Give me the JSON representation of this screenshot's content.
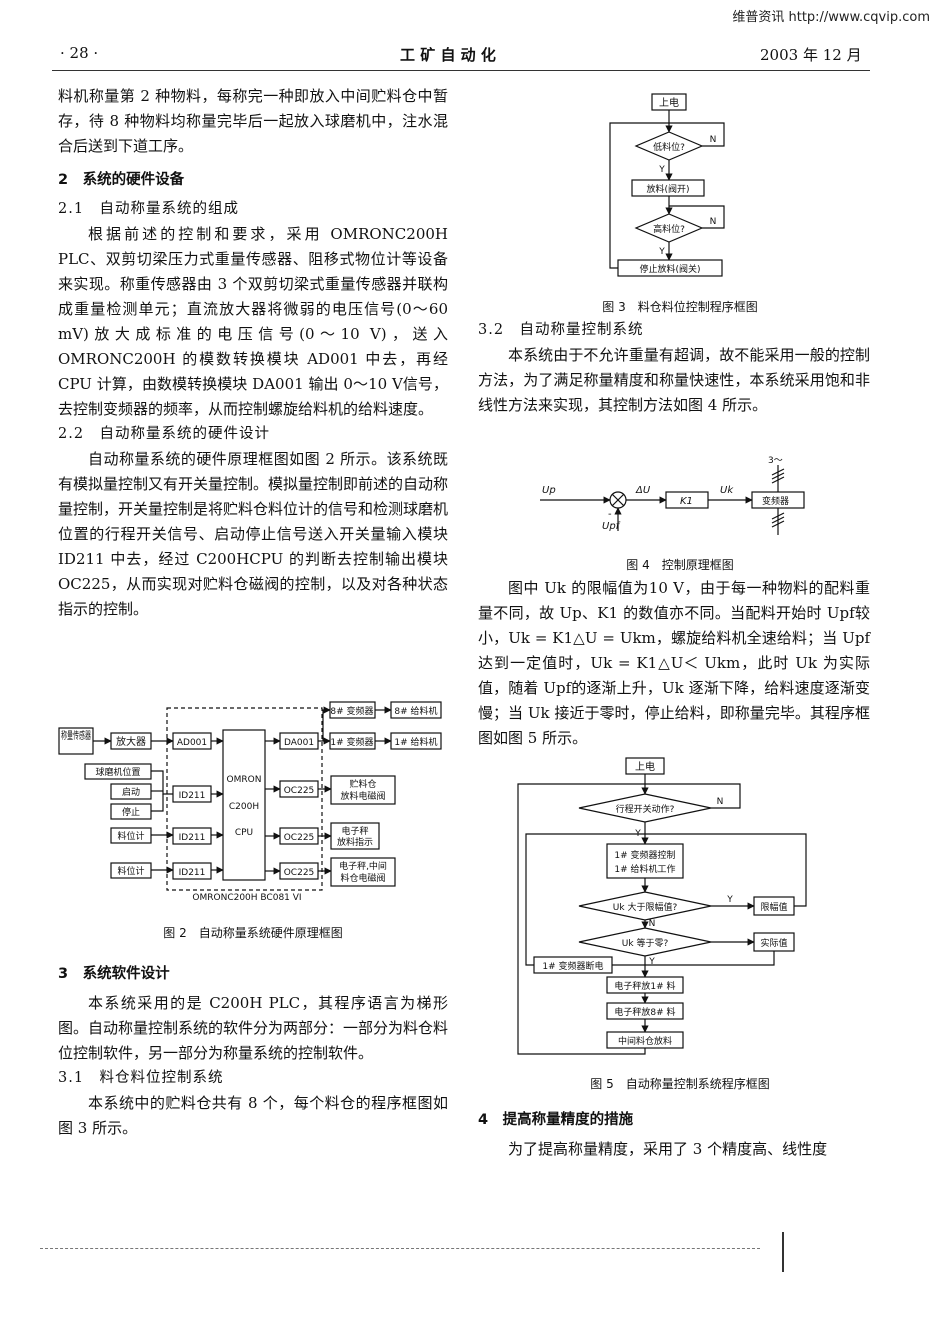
{
  "watermark": "维普资讯 http://www.cqvip.com",
  "header": {
    "page_number": "· 28 ·",
    "journal": "工 矿 自 动 化",
    "date": "2003 年 12 月"
  },
  "left_column": {
    "p0": "料机称量第 2 种物料，每称完一种即放入中间贮料仓中暂存，待 8 种物料均称量完毕后一起放入球磨机中，注水混合后送到下道工序。",
    "s2": "2　系统的硬件设备",
    "s21": "2.1　自动称量系统的组成",
    "p1": "根据前述的控制和要求，采用 OMRONC200H PLC、双剪切梁压力式重量传感器、阻移式物位计等设备来实现。称重传感器由 3 个双剪切梁式重量传感器并联构成重量检测单元；直流放大器将微弱的电压信号(0～60 mV)放大成标准的电压信号(0～10 V)，送入 OMRONC200H 的模数转换模块 AD001 中去，再经 CPU 计算，由数模转换模块 DA001 输出 0～10 V信号，去控制变频器的频率，从而控制螺旋给料机的给料速度。",
    "s22": "2.2　自动称量系统的硬件设计",
    "p2": "自动称量系统的硬件原理框图如图 2 所示。该系统既有模拟量控制又有开关量控制。模拟量控制即前述的自动称量控制，开关量控制是将贮料仓料位计的信号和检测球磨机位置的行程开关信号、启动停止信号送入开关量输入模块 ID211 中去，经过 C200HCPU 的判断去控制输出模块 OC225，从而实现对贮料仓磁阀的控制，以及对各种状态指示的控制。",
    "fig2_caption": "图 2　自动称量系统硬件原理框图",
    "s3": "3　系统软件设计",
    "p3": "本系统采用的是 C200H PLC，其程序语言为梯形图。自动称量控制系统的软件分为两部分：一部分为料仓料位控制软件，另一部分为称量系统的控制软件。",
    "s31": "3.1　料仓料位控制系统",
    "p4": "本系统中的贮料仓共有 8 个，每个料仓的程序框图如图 3 所示。"
  },
  "right_column": {
    "fig3_caption": "图 3　料仓料位控制程序框图",
    "s32": "3.2　自动称量控制系统",
    "p5": "本系统由于不允许重量有超调，故不能采用一般的控制方法，为了满足称量精度和称量快速性，本系统采用饱和非线性方法来实现，其控制方法如图 4 所示。",
    "fig4_caption": "图 4　控制原理框图",
    "p6": "图中 Uk 的限幅值为10 V，由于每一种物料的配料重量不同，故 Up、K1 的数值亦不同。当配料开始时 Upf较小，Uk = K1△U = Ukm，螺旋给料机全速给料；当 Upf达到一定值时，Uk = K1△U＜ Ukm，此时 Uk 为实际值，随着 Upf的逐渐上升，Uk 逐渐下降，给料速度逐渐变慢；当 Uk 接近于零时，停止给料，即称量完毕。其程序框图如图 5 所示。",
    "fig5_caption": "图 5　自动称量控制系统程序框图",
    "s4": "4　提高称量精度的措施",
    "p7": "为了提高称量精度，采用了 3 个精度高、线性度"
  },
  "fig2": {
    "sensor": "称量传感器",
    "amp": "放大器",
    "ad": "AD001",
    "da": "DA001",
    "inv8": "8# 变频器",
    "feed8": "8# 给料机",
    "inv1": "1# 变频器",
    "feed1": "1# 给料机",
    "mill": "球磨机位置",
    "start": "启动",
    "stop": "停止",
    "id211": "ID211",
    "level1": "料位计",
    "level2": "料位计",
    "cpu1": "OMRON",
    "cpu2": "C200H",
    "cpu3": "CPU",
    "oc225": "OC225",
    "out1a": "贮料仓",
    "out1b": "放料电磁阀",
    "out2a": "电子秤",
    "out2b": "放料指示",
    "out3a": "电子秤,中间",
    "out3b": "料仓电磁阀",
    "bottom": "OMRONC200H BC081 VI"
  },
  "fig3": {
    "power": "上电",
    "low": "低料位?",
    "release": "放料(阀开)",
    "high": "高料位?",
    "stop": "停止放料(阀关)",
    "y": "Y",
    "n": "N"
  },
  "fig4": {
    "up": "Up",
    "du": "ΔU",
    "k1": "K1",
    "uk": "Uk",
    "inv": "变频器",
    "upf": "Upf",
    "minus": "-",
    "three": "3～"
  },
  "fig5": {
    "power": "上电",
    "switch": "行程开关动作?",
    "ctrl1": "1# 变频器控制",
    "ctrl2": "1# 给料机工作",
    "gt": "Uk 大于限幅值?",
    "limit": "限幅值",
    "zero": "Uk 等于零?",
    "actual": "实际值",
    "off": "1# 变频器断电",
    "rel1": "电子秤放1# 料",
    "rel8": "电子秤放8# 料",
    "mid": "中间料仓放料",
    "y": "Y",
    "n": "N"
  }
}
